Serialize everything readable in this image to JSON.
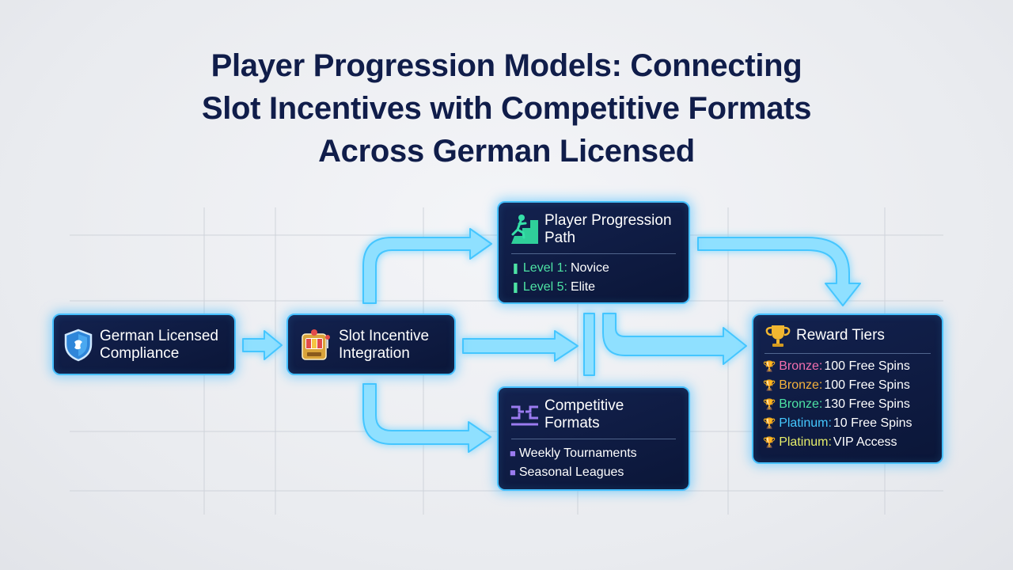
{
  "title": {
    "line1": "Player Progression Models: Connecting",
    "line2": "Slot Incentives with Competitive Formats",
    "line3": "Across German Licensed"
  },
  "nodes": {
    "compliance": {
      "line1": "German Licensed",
      "line2": "Compliance",
      "icon": "shield-icon"
    },
    "slot": {
      "line1": "Slot Incentive",
      "line2": "Integration",
      "icon": "slot-machine-icon"
    },
    "progression": {
      "line1": "Player Progression",
      "line2": "Path",
      "icon": "climber-icon",
      "items": [
        {
          "key": "Level 1:",
          "value": "Novice",
          "color": "#4de3a4"
        },
        {
          "key": "Level 5:",
          "value": "Elite",
          "color": "#4de3a4"
        }
      ]
    },
    "competitive": {
      "line1": "Competitive",
      "line2": "Formats",
      "icon": "bracket-icon",
      "items": [
        {
          "value": "Weekly Tournaments"
        },
        {
          "value": "Seasonal Leagues"
        }
      ]
    },
    "rewards": {
      "line1": "Reward Tiers",
      "icon": "trophy-icon",
      "items": [
        {
          "key": "Bronze:",
          "value": "100 Free Spins",
          "color": "#f36fae",
          "trophy": "#e9a13a"
        },
        {
          "key": "Bronze:",
          "value": "100 Free Spins",
          "color": "#f4b23c",
          "trophy": "#e9a13a"
        },
        {
          "key": "Bronze:",
          "value": "130 Free Spins",
          "color": "#4de3a4",
          "trophy": "#c8ced8"
        },
        {
          "key": "Platinum:",
          "value": "10 Free Spins",
          "color": "#45c8ff",
          "trophy": "#c8ced8"
        },
        {
          "key": "Platinum:",
          "value": "VIP Access",
          "color": "#e6ee6a",
          "trophy": "#f2c12e"
        }
      ]
    }
  },
  "colors": {
    "accent": "#46c0ff",
    "title": "#101d4a",
    "node_bg": "#0f1c45"
  }
}
